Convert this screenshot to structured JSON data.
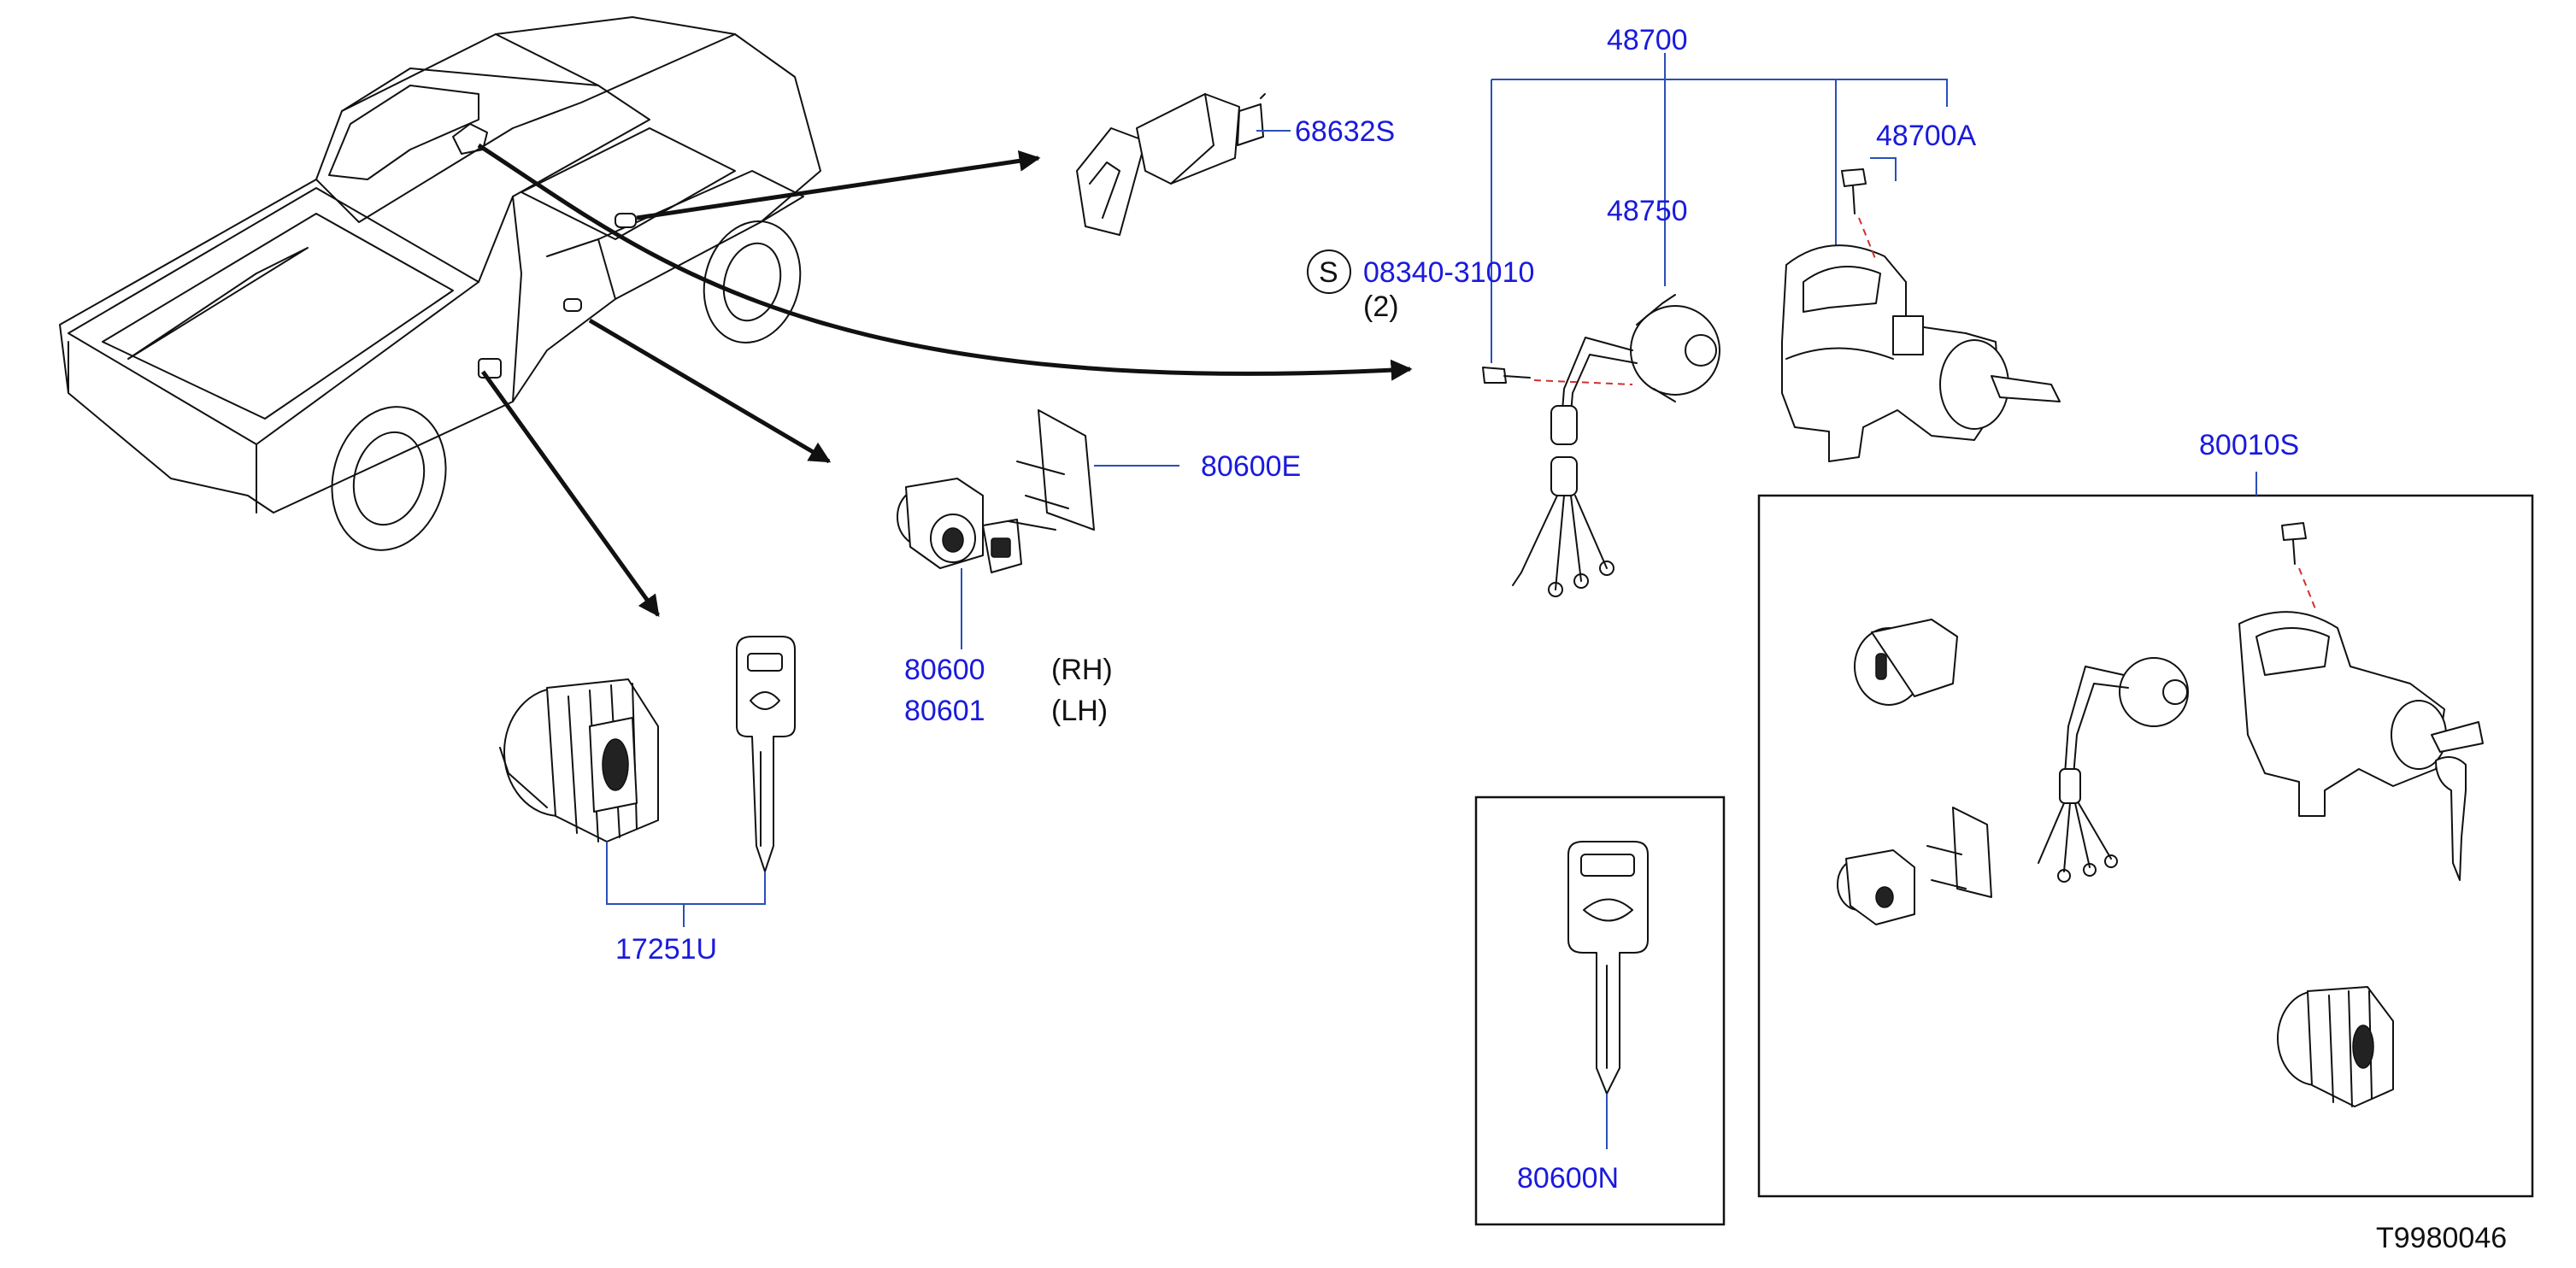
{
  "labels": {
    "p48700": "48700",
    "p48700A": "48700A",
    "p48750": "48750",
    "p08340": "08340-31010",
    "qty08340": "(2)",
    "s_marker": "S",
    "p68632S": "68632S",
    "p80600E": "80600E",
    "p80600": "80600",
    "p80601": "80601",
    "rh": "(RH)",
    "lh": "(LH)",
    "p17251U": "17251U",
    "p80010S": "80010S",
    "p80600N": "80600N"
  },
  "reference": "T9980046",
  "colors": {
    "part_label": "#1a1adc",
    "leader_line": "#2a4fb8",
    "line_art": "#111111",
    "center_mark": "#d03030"
  }
}
